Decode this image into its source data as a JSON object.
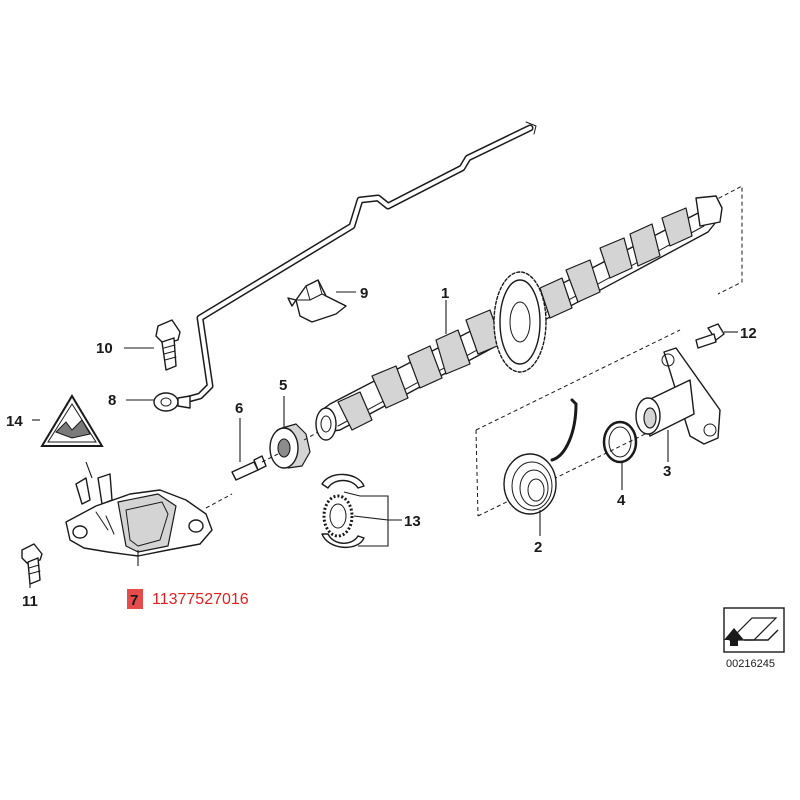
{
  "callouts": {
    "p1": "1",
    "p2": "2",
    "p3": "3",
    "p4": "4",
    "p5": "5",
    "p6": "6",
    "p7": "7",
    "p8": "8",
    "p9": "9",
    "p10": "10",
    "p11": "11",
    "p12": "12",
    "p13": "13",
    "p14": "14"
  },
  "highlight": {
    "part_number": "11377527016",
    "color": "#e32020",
    "badge_color": "#e74c4c"
  },
  "reference_code": "00216245",
  "icons": {
    "warning_label": "warning-triangle-icon",
    "orientation_badge": "view-direction-arrow-icon"
  }
}
